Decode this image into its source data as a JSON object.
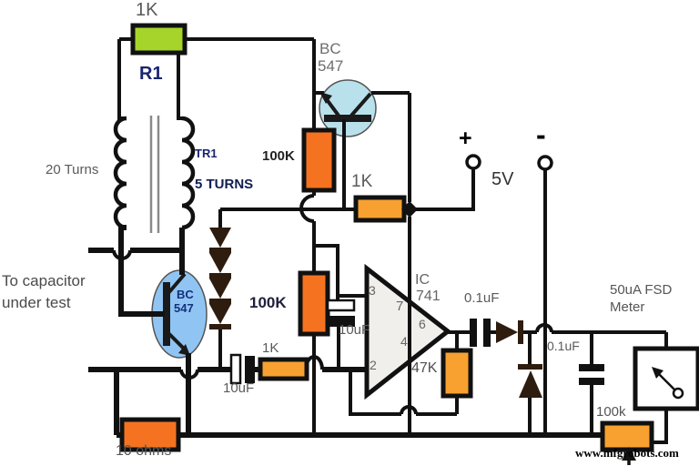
{
  "labels": {
    "r1_value": "1K",
    "r1_name": "R1",
    "primary_turns": "20 Turns",
    "transformer_name": "TR1",
    "secondary_turns": "5 TURNS",
    "q1_line1": "BC",
    "q1_line2": "547",
    "r_top": "100K",
    "r_bias": "1K",
    "supply_plus": "+",
    "supply_voltage": "5V",
    "supply_minus": "-",
    "probe_line1": "To capacitor",
    "probe_line2": "under test",
    "q2_line1": "BC",
    "q2_line2": "547",
    "r_divider": "100K",
    "c_input": "10uF",
    "r_input": "1K",
    "c_ref": "10uF",
    "ic_line1": "IC",
    "ic_line2": "741",
    "pin3": "3",
    "pin2": "2",
    "pin7": "7",
    "pin6": "6",
    "pin4": "4",
    "c_out": "0.1uF",
    "r_feedback": "47K",
    "meter_line1": "50uA FSD",
    "meter_line2": "Meter",
    "c_filter": "0.1uF",
    "r_cal": "100k",
    "r_sense": "10 ohms",
    "watermark": "www.mfgrobots.com"
  },
  "colors": {
    "wire": "#111111",
    "resistor_green": "#a6d42a",
    "resistor_orange": "#f57320",
    "resistor_amber": "#f8a130",
    "transistor_top_fill": "#b9e1ec",
    "transistor_bottom_fill": "#90c5f3",
    "diode_fill": "#2e1c0e",
    "opamp_fill": "#f1efec",
    "navy_ink": "#17256d"
  }
}
